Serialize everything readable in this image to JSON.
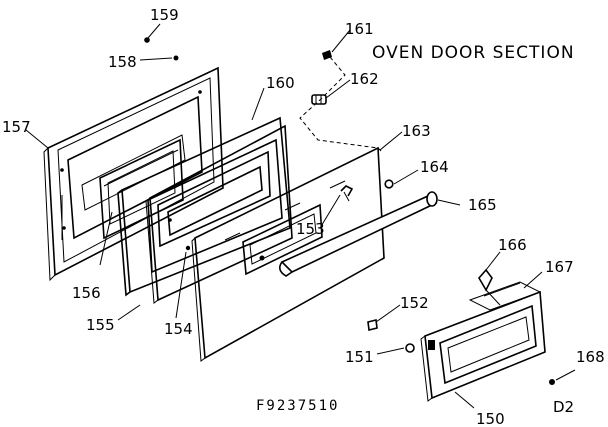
{
  "title": "OVEN DOOR SECTION",
  "drawing_code": "F9237510",
  "corner_code": "D2",
  "parts": [
    {
      "id": "p150",
      "label": "150"
    },
    {
      "id": "p151",
      "label": "151"
    },
    {
      "id": "p152",
      "label": "152"
    },
    {
      "id": "p153",
      "label": "153"
    },
    {
      "id": "p154",
      "label": "154"
    },
    {
      "id": "p155",
      "label": "155"
    },
    {
      "id": "p156",
      "label": "156"
    },
    {
      "id": "p157",
      "label": "157"
    },
    {
      "id": "p158",
      "label": "158"
    },
    {
      "id": "p159",
      "label": "159"
    },
    {
      "id": "p160",
      "label": "160"
    },
    {
      "id": "p161",
      "label": "161"
    },
    {
      "id": "p162",
      "label": "162"
    },
    {
      "id": "p163",
      "label": "163"
    },
    {
      "id": "p164",
      "label": "164"
    },
    {
      "id": "p165",
      "label": "165"
    },
    {
      "id": "p166",
      "label": "166"
    },
    {
      "id": "p167",
      "label": "167"
    },
    {
      "id": "p168",
      "label": "168"
    }
  ]
}
